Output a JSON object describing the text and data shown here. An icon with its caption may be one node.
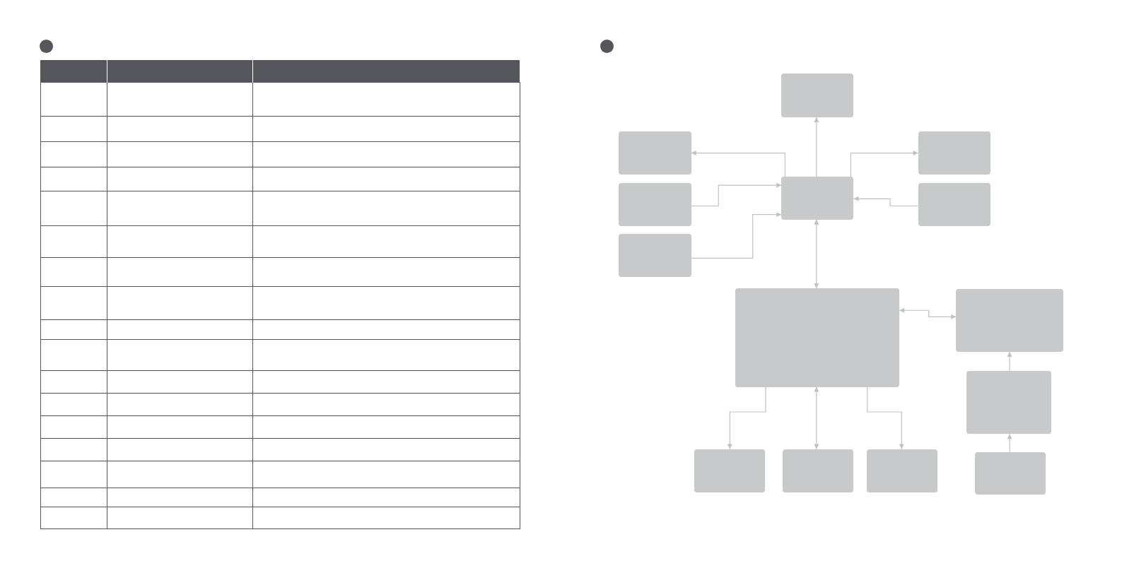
{
  "diagram": {
    "nodes": [
      {
        "text": [],
        "shape": "box"
      },
      {
        "text": [],
        "shape": "box"
      },
      {
        "text": [],
        "shape": "box"
      },
      {
        "text": [],
        "shape": "box"
      },
      {
        "text": [],
        "shape": "box"
      },
      {
        "text": [],
        "shape": "box"
      },
      {
        "text": [],
        "shape": "box"
      },
      {
        "text": [],
        "shape": "box"
      },
      {
        "text": [],
        "shape": "box"
      },
      {
        "text": [],
        "shape": "box"
      },
      {
        "text": [],
        "shape": "box"
      },
      {
        "text": [],
        "shape": "box"
      },
      {
        "text": [],
        "shape": "box"
      },
      {
        "text": [],
        "shape": "box"
      }
    ],
    "edges": [
      {
        "from": 4,
        "to": 0,
        "arrow": "to"
      },
      {
        "from": 4,
        "to": 1,
        "arrow": "to"
      },
      {
        "from": 4,
        "to": 2,
        "arrow": "to"
      },
      {
        "from": 3,
        "to": 4,
        "arrow": "to"
      },
      {
        "from": 6,
        "to": 4,
        "arrow": "to"
      },
      {
        "from": 5,
        "to": 4,
        "arrow": "to"
      },
      {
        "from": 4,
        "to": 7,
        "arrow": "both"
      },
      {
        "from": 7,
        "to": 8,
        "arrow": "both"
      },
      {
        "from": 9,
        "to": 8,
        "arrow": "to"
      },
      {
        "from": 13,
        "to": 9,
        "arrow": "to"
      },
      {
        "from": 7,
        "to": 10,
        "arrow": "to"
      },
      {
        "from": 7,
        "to": 11,
        "arrow": "both"
      },
      {
        "from": 7,
        "to": 12,
        "arrow": "to"
      }
    ]
  }
}
